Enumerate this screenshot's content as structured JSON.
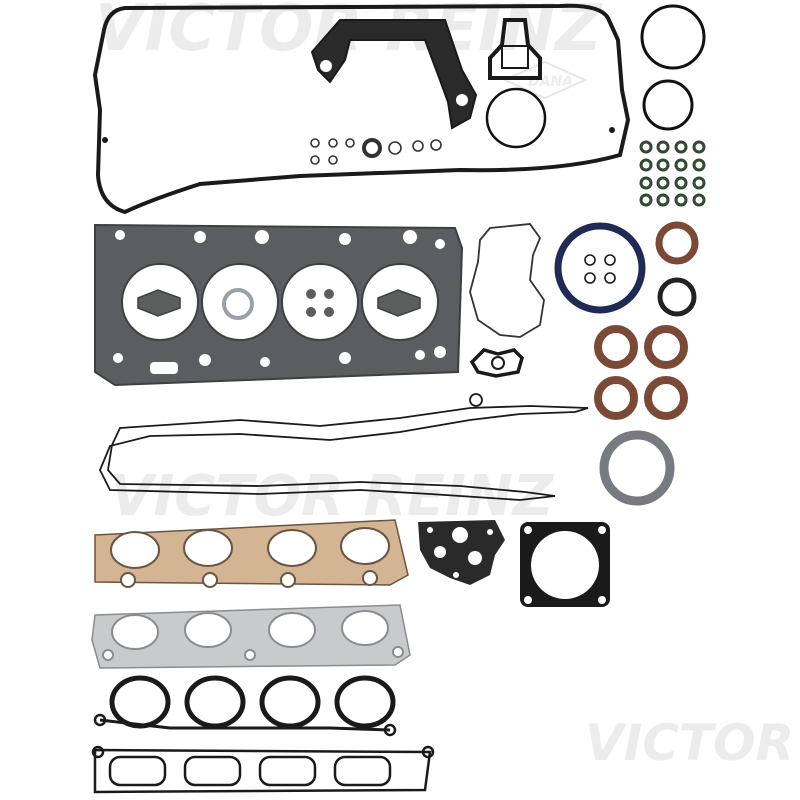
{
  "watermark": {
    "brand_top": "VICTOR REINZ",
    "brand_mid": "VICTOR REINZ",
    "brand_bottom_right": "VICTOR",
    "logo_text": "DANA"
  },
  "colors": {
    "background": "#ffffff",
    "black_gasket": "#1a1a1a",
    "head_gasket": "#5b5d61",
    "copper_gasket": "#d3b493",
    "steel_gasket": "#c9cacc",
    "seal_brown": "#7a4a36",
    "seal_gray": "#777a80",
    "ring_blue": "#1f2a55",
    "oring_green": "#2f4a2e"
  },
  "items": [
    "valve-cover-gasket",
    "timing-cover-gasket",
    "water-outlet-gasket",
    "o-rings",
    "valve-stem-seals",
    "cylinder-head-gasket",
    "oil-pump-gasket",
    "rear-main-seal",
    "shaft-seals",
    "timing-chain-cover-gasket",
    "exhaust-manifold-gasket",
    "egr-gasket",
    "throttle-body-gasket",
    "intake-manifold-gasket-steel",
    "intake-manifold-gasket-rubber",
    "intake-plenum-gasket"
  ]
}
